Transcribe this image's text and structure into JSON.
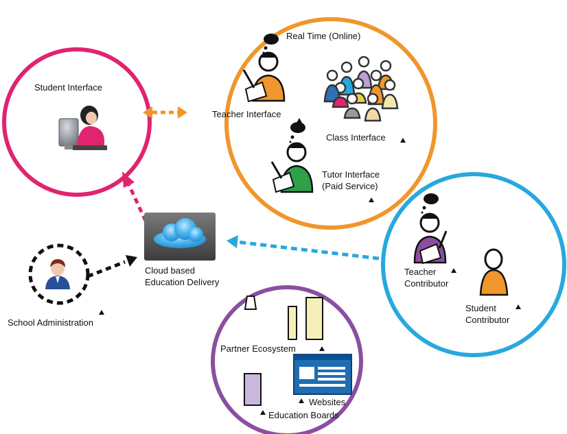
{
  "colors": {
    "student_circle": "#e0246f",
    "teacher_circle": "#f0962c",
    "contributor_circle": "#27a8df",
    "partner_circle": "#8a4fa0",
    "cloud_box": "#5b5b5b",
    "cloud": "#3aaee8",
    "orange_arrow": "#f0962c",
    "pink_arrow": "#e0246f",
    "blue_arrow": "#27a8df",
    "black_arrow": "#111111"
  },
  "labels": {
    "student_interface": "Student Interface",
    "real_time": "Real Time (Online)",
    "teacher_interface": "Teacher Interface",
    "class_interface": "Class Interface",
    "tutor_interface_line1": "Tutor Interface",
    "tutor_interface_line2": "(Paid Service)",
    "cloud_line1": "Cloud based",
    "cloud_line2": "Education Delivery",
    "school_admin": "School Administration",
    "teacher_contrib_line1": "Teacher",
    "teacher_contrib_line2": "Contributor",
    "student_contrib_line1": "Student",
    "student_contrib_line2": "Contributor",
    "partner_ecosystem": "Partner Ecosystem",
    "websites": "Websites",
    "education_boards": "Education Boards"
  }
}
